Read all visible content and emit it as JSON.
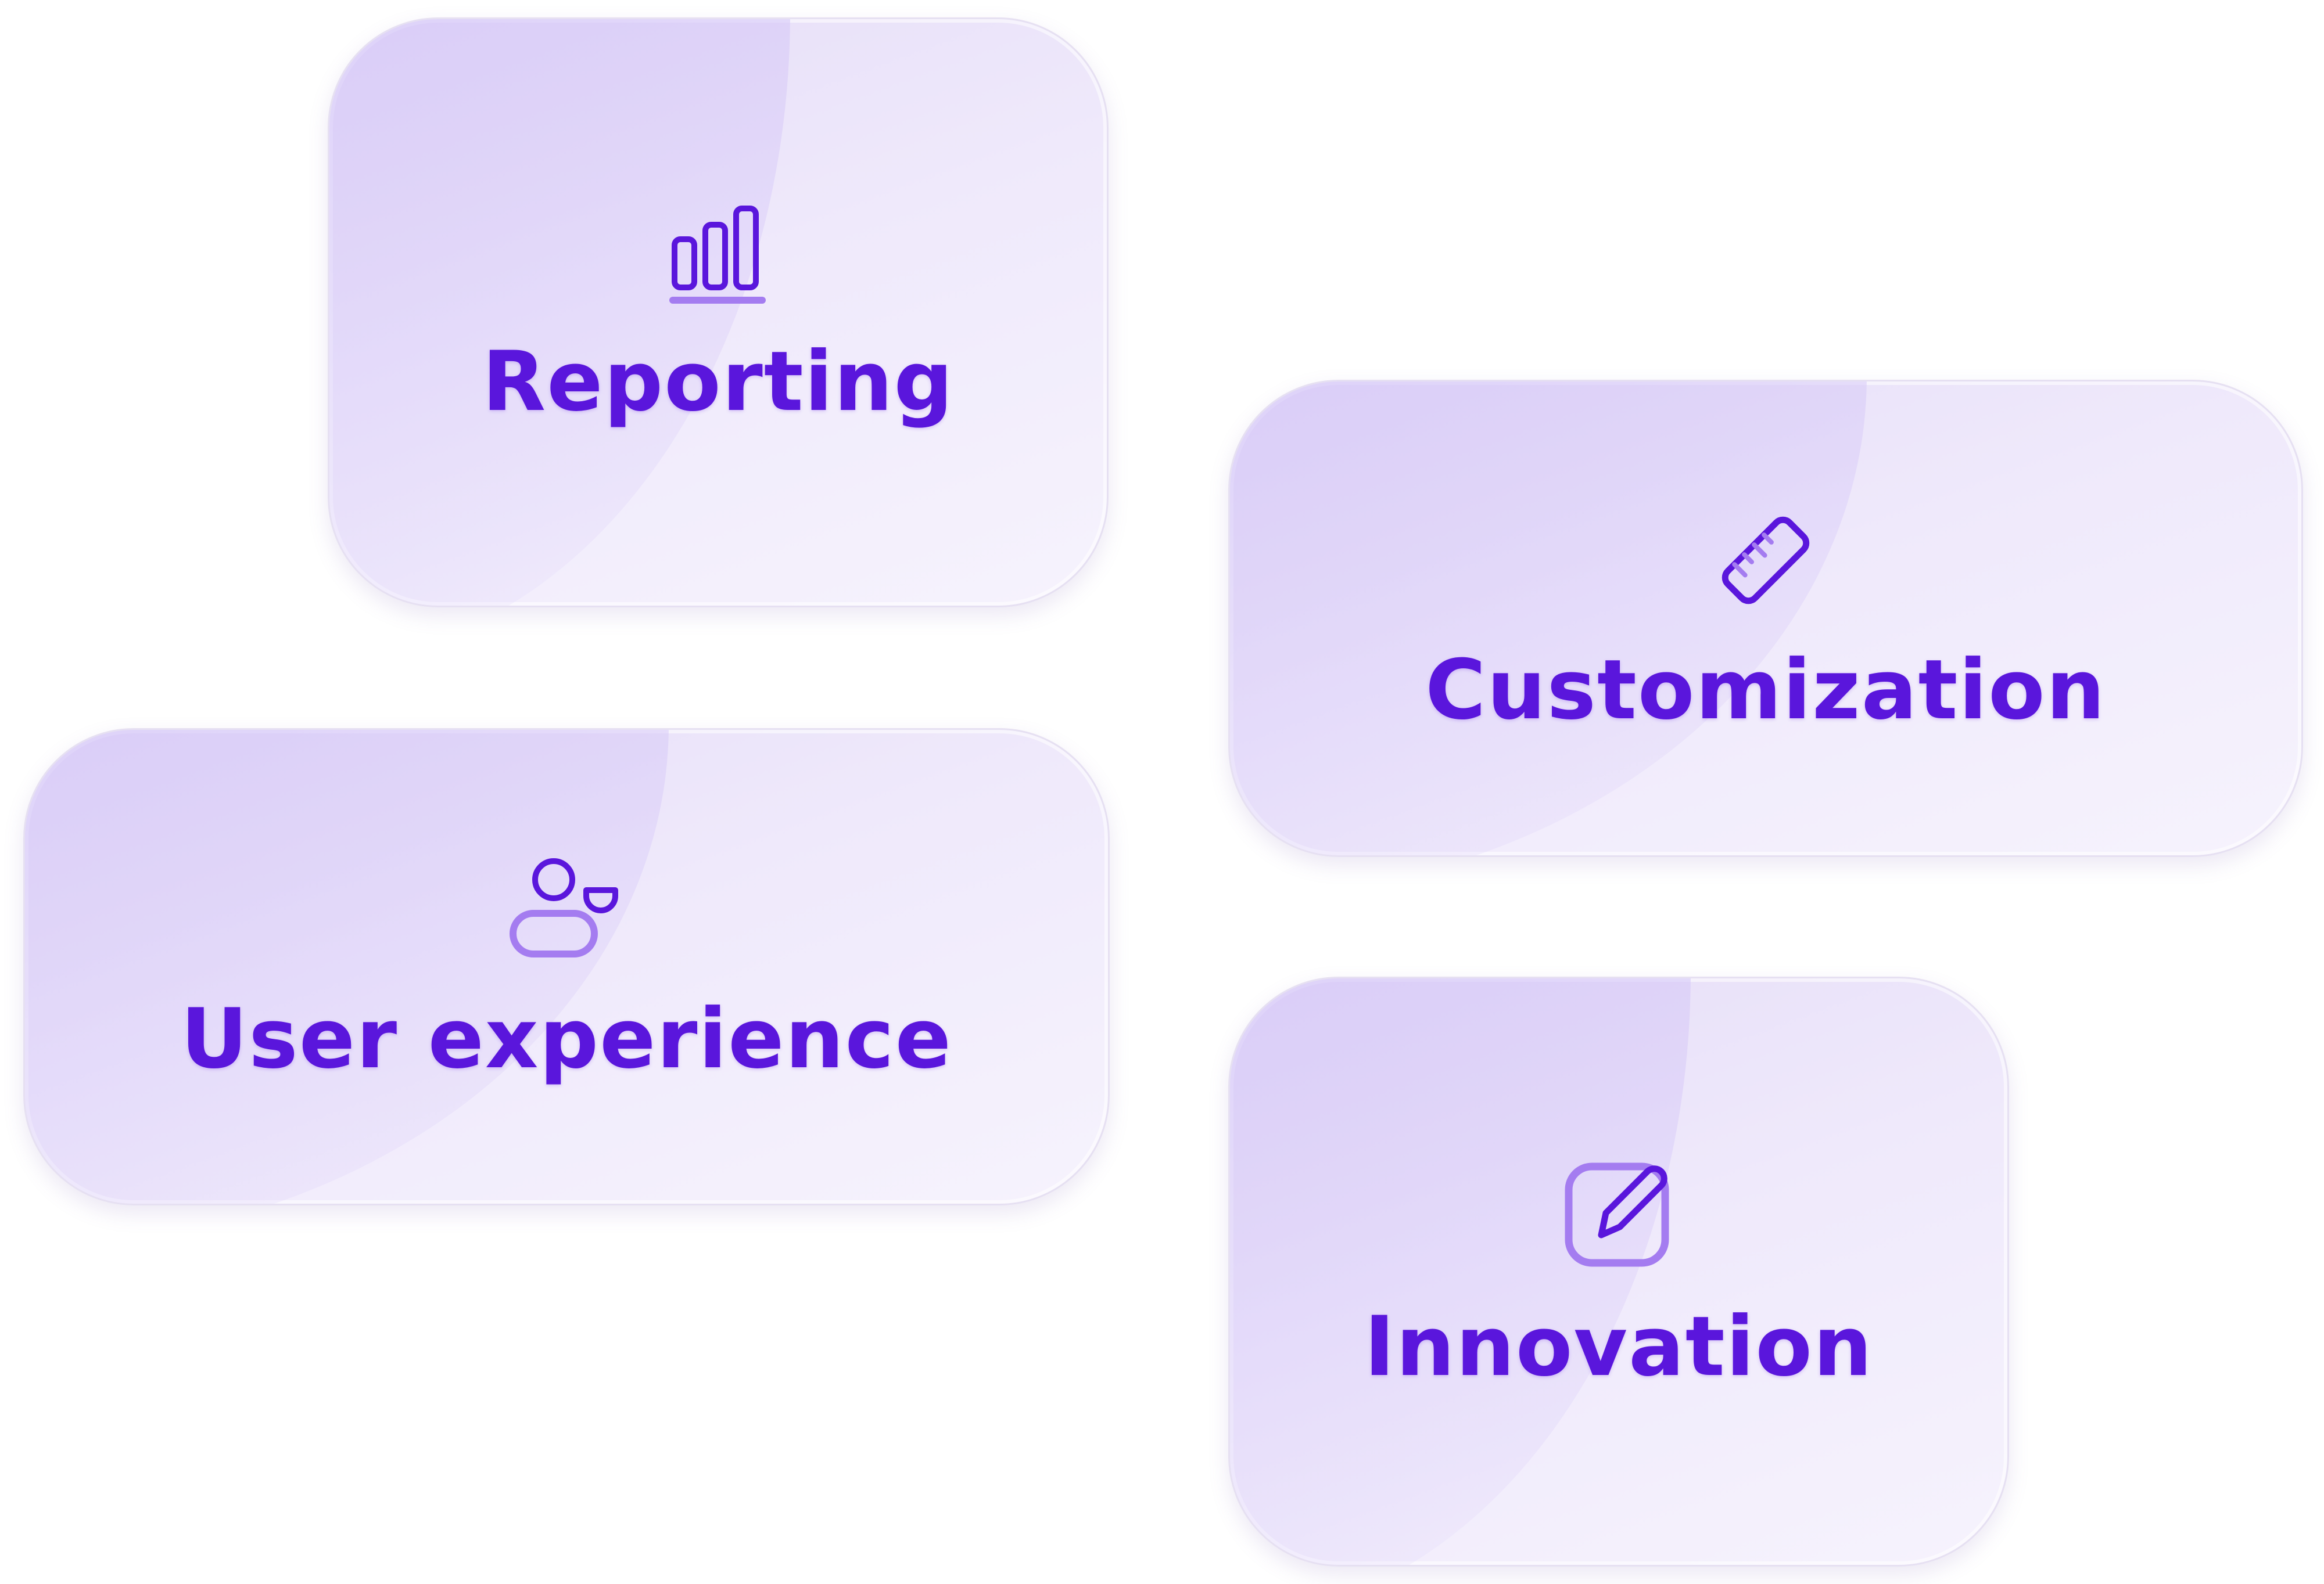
{
  "cards": [
    {
      "label": "Reporting",
      "icon": "bar-chart-icon"
    },
    {
      "label": "Customization",
      "icon": "ruler-icon"
    },
    {
      "label": "User experience",
      "icon": "user-icon"
    },
    {
      "label": "Innovation",
      "icon": "edit-square-icon"
    }
  ],
  "colors": {
    "accent": "#5a16dc",
    "icon_light": "#a47cf0",
    "card_background": "#efe9fb",
    "page_background": "#ffffff"
  }
}
